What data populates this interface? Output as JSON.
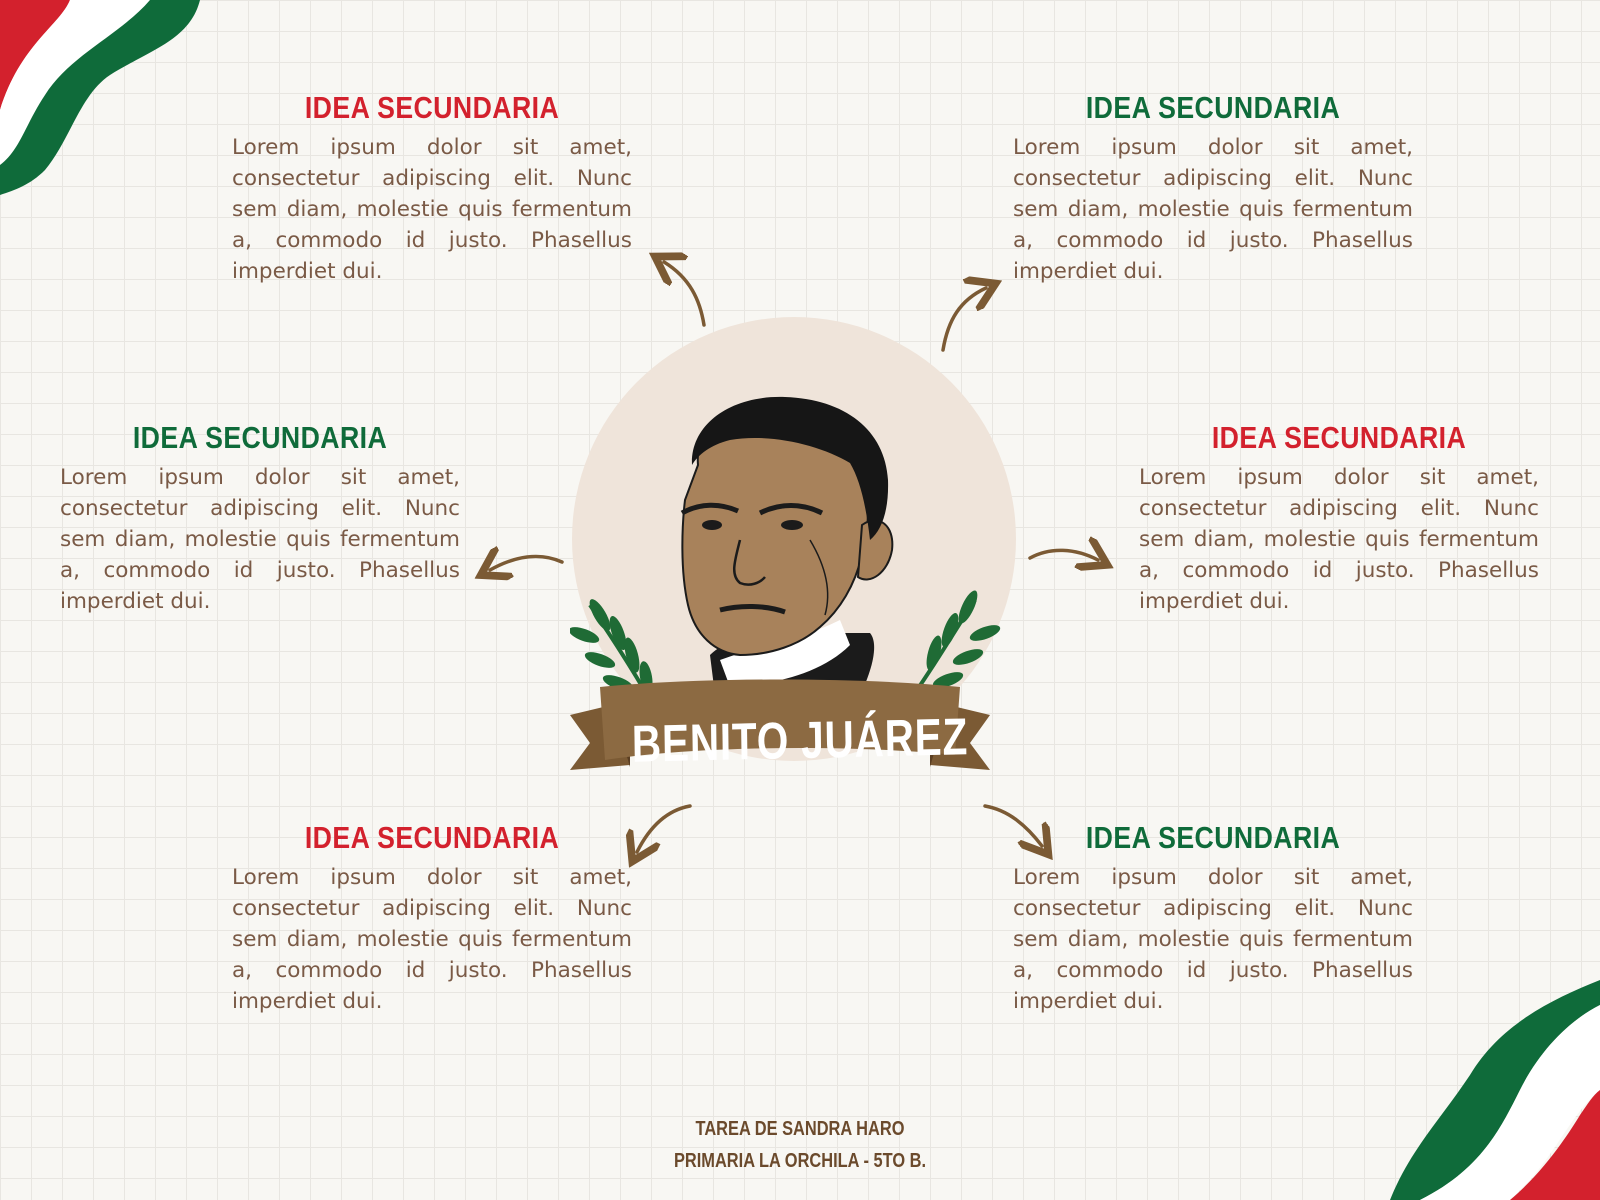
{
  "central": {
    "name": "BENITO JUÁREZ"
  },
  "ideas": [
    {
      "title": "IDEA SECUNDARIA",
      "text": "Lorem ipsum dolor sit amet, consectetur adipiscing elit. Nunc sem diam, molestie quis fermentum a, commodo id justo. Phasellus imperdiet dui."
    },
    {
      "title": "IDEA SECUNDARIA",
      "text": "Lorem ipsum dolor sit amet, consectetur adipiscing elit. Nunc sem diam, molestie quis fermentum a, commodo id justo. Phasellus imperdiet dui."
    },
    {
      "title": "IDEA SECUNDARIA",
      "text": "Lorem ipsum dolor sit amet, consectetur adipiscing elit. Nunc sem diam, molestie quis fermentum a, commodo id justo. Phasellus imperdiet dui."
    },
    {
      "title": "IDEA SECUNDARIA",
      "text": "Lorem ipsum dolor sit amet, consectetur adipiscing elit. Nunc sem diam, molestie quis fermentum a, commodo id justo. Phasellus imperdiet dui."
    },
    {
      "title": "IDEA SECUNDARIA",
      "text": "Lorem ipsum dolor sit amet, consectetur adipiscing elit. Nunc sem diam, molestie quis fermentum a, commodo id justo. Phasellus imperdiet dui."
    },
    {
      "title": "IDEA SECUNDARIA",
      "text": "Lorem ipsum dolor sit amet, consectetur adipiscing elit. Nunc sem diam, molestie quis fermentum a, commodo id justo. Phasellus imperdiet dui."
    }
  ],
  "footer": {
    "line1": "TAREA DE SANDRA HARO",
    "line2": "PRIMARIA LA ORCHILA - 5TO B."
  },
  "colors": {
    "red": "#d3212d",
    "green": "#0f6b3a",
    "brown": "#7b5a34",
    "text": "#7a5a46",
    "circle": "#efe4da"
  },
  "icons": [
    "flag-ribbon-icon",
    "laurel-branch-icon",
    "curved-arrow-icon",
    "portrait-illustration"
  ]
}
